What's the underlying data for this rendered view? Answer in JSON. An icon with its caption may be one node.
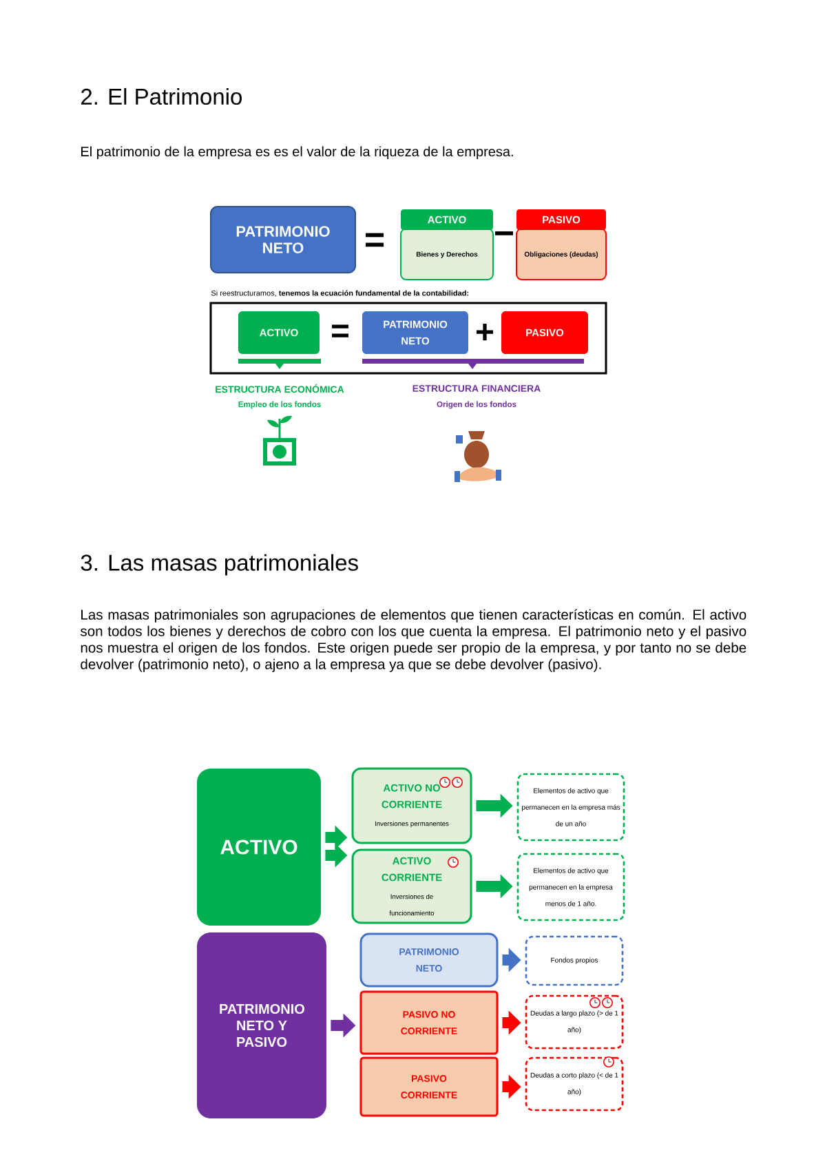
{
  "diagram": {
    "title": "2. El Patrimonio",
    "nodes": [
      {
        "text": [
          "PATRIMONIO NETO"
        ]
      },
      {
        "text": [
          "ACTIVO",
          "Bienes y Derechos"
        ]
      },
      {
        "text": [
          "PASIVO",
          "Obligaciones (deudas)"
        ]
      },
      {
        "text": [],
        "shape": "box"
      },
      {
        "text": [
          "ACTIVO"
        ],
        "in": 3
      },
      {
        "text": [
          "PATRIMONIO NETO"
        ],
        "in": 3
      },
      {
        "text": [
          "PASIVO"
        ],
        "in": 3
      },
      {
        "text": [
          "ACTIVO"
        ]
      },
      {
        "text": [
          "ACTIVO NO CORRIENTE",
          "Inversiones permanentes"
        ]
      },
      {
        "text": [
          "ACTIVO CORRIENTE",
          "Inversiones de funcionamiento"
        ]
      },
      {
        "text": [
          "Elementos de activo que permanecen en la empresa más de un año"
        ]
      },
      {
        "text": [
          "Elementos de activo que permanecen en la empresa menos de 1 año."
        ]
      },
      {
        "text": [
          "PATRIMONIO NETO Y PASIVO"
        ]
      },
      {
        "text": [
          "PATRIMONIO NETO"
        ]
      },
      {
        "text": [
          "PASIVO NO CORRIENTE"
        ]
      },
      {
        "text": [
          "PASIVO CORRIENTE"
        ]
      },
      {
        "text": [
          "Fondos propios"
        ]
      },
      {
        "text": [
          "Deudas a largo plazo (> de 1 año)"
        ]
      },
      {
        "text": [
          "Deudas a corto plazo (< de 1 año)"
        ]
      }
    ],
    "edges": [
      {
        "from": 7,
        "to": 8,
        "arrow": "to",
        "color": "#00b050"
      },
      {
        "from": 7,
        "to": 9,
        "arrow": "to",
        "color": "#00b050"
      },
      {
        "from": 8,
        "to": 10,
        "arrow": "to",
        "color": "#00b050"
      },
      {
        "from": 9,
        "to": 11,
        "arrow": "to",
        "color": "#00b050"
      },
      {
        "from": 12,
        "to": 14,
        "arrow": "to",
        "color": "#7030a0"
      },
      {
        "from": 13,
        "to": 16,
        "arrow": "to",
        "color": "#4472c4"
      },
      {
        "from": 14,
        "to": 17,
        "arrow": "to",
        "color": "#ff0000"
      },
      {
        "from": 15,
        "to": 18,
        "arrow": "to",
        "color": "#ff0000"
      }
    ],
    "labels": [
      "El patrimonio de la empresa es es el valor de la riqueza de la empresa.",
      "=",
      "−",
      "Si reestructuramos, **tenemos la ecuación fundamental de la contabilidad:**",
      "=",
      "+",
      "ESTRUCTURA ECONÓMICA",
      "Empleo de los fondos",
      "ESTRUCTURA FINANCIERA",
      "Origen de los fondos",
      "3. Las masas patrimoniales",
      "Las masas patrimoniales son agrupaciones de elementos que tienen características en común. El activo son todos los bienes y derechos de cobro con los que cuenta la empresa. El patrimonio neto y el pasivo nos muestra el origen de los fondos. Este origen puede ser propio de la empresa, y por tanto no se debe devolver (patrimonio neto), o ajeno a la empresa ya que se debe devolver (pasivo)."
    ]
  }
}
